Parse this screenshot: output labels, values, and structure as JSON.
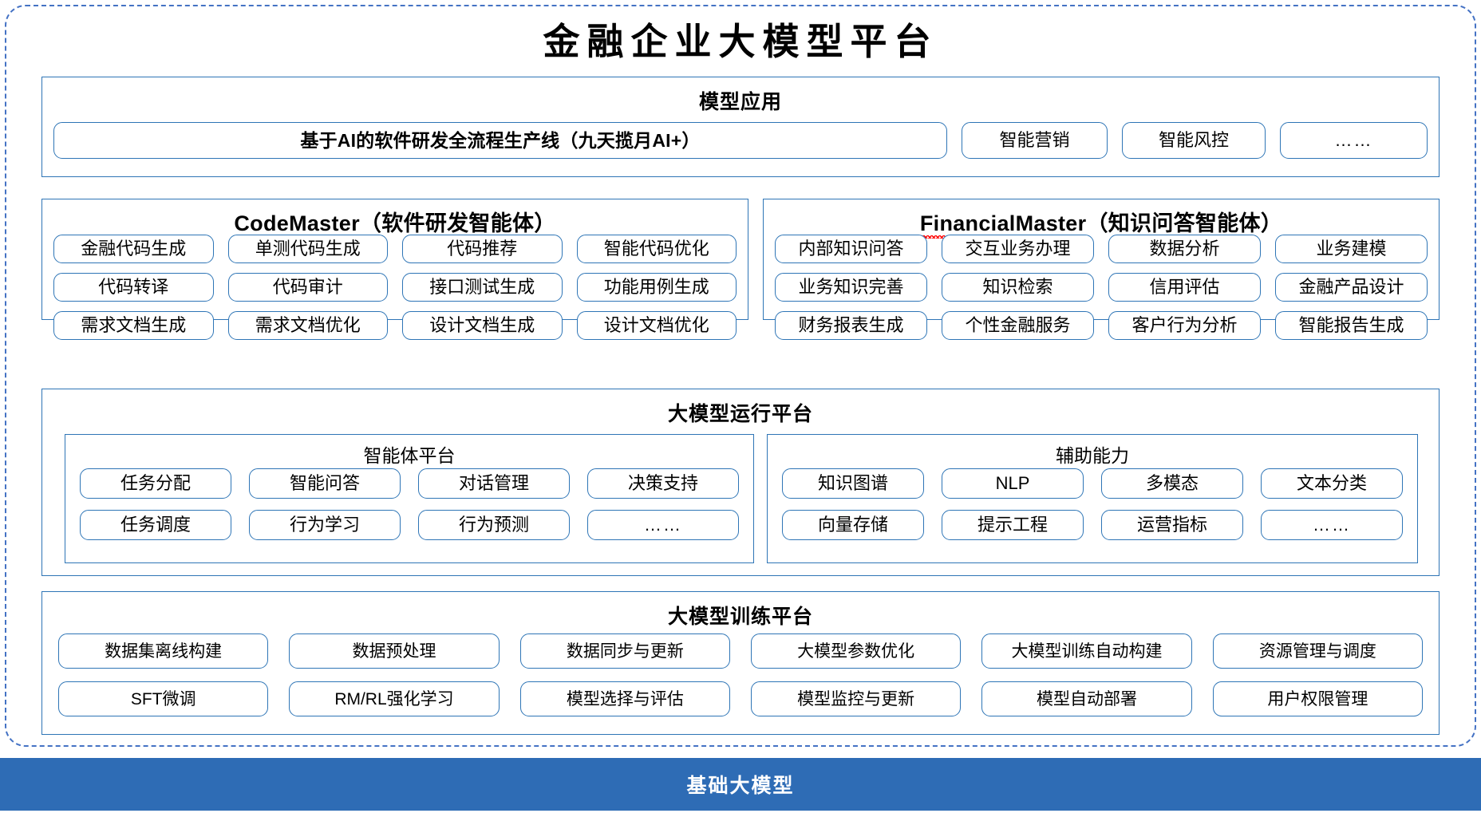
{
  "diagram": {
    "title": "金融企业大模型平台",
    "accent_border": "#2E75B6",
    "outer_dash_color": "#4472C4",
    "foundation_color": "#2E6CB5"
  },
  "model_application": {
    "title": "模型应用",
    "primary_banner": "基于AI的软件研发全流程生产线（九天揽月AI+）",
    "apps": [
      "智能营销",
      "智能风控",
      "……"
    ]
  },
  "agents": [
    {
      "name_en": "CodeMaster",
      "name_cn": "（软件研发智能体）",
      "capabilities": [
        "金融代码生成",
        "单测代码生成",
        "代码推荐",
        "智能代码优化",
        "代码转译",
        "代码审计",
        "接口测试生成",
        "功能用例生成",
        "需求文档生成",
        "需求文档优化",
        "设计文档生成",
        "设计文档优化"
      ]
    },
    {
      "name_en": "FinancialMaster",
      "name_cn": "（知识问答智能体）",
      "capabilities": [
        "内部知识问答",
        "交互业务办理",
        "数据分析",
        "业务建模",
        "业务知识完善",
        "知识检索",
        "信用评估",
        "金融产品设计",
        "财务报表生成",
        "个性金融服务",
        "客户行为分析",
        "智能报告生成"
      ]
    }
  ],
  "runtime_platform": {
    "title": "大模型运行平台",
    "groups": [
      {
        "title": "智能体平台",
        "items": [
          "任务分配",
          "智能问答",
          "对话管理",
          "决策支持",
          "任务调度",
          "行为学习",
          "行为预测",
          "……"
        ]
      },
      {
        "title": "辅助能力",
        "items": [
          "知识图谱",
          "NLP",
          "多模态",
          "文本分类",
          "向量存储",
          "提示工程",
          "运营指标",
          "……"
        ]
      }
    ]
  },
  "training_platform": {
    "title": "大模型训练平台",
    "items": [
      "数据集离线构建",
      "数据预处理",
      "数据同步与更新",
      "大模型参数优化",
      "大模型训练自动构建",
      "资源管理与调度",
      "SFT微调",
      "RM/RL强化学习",
      "模型选择与评估",
      "模型监控与更新",
      "模型自动部署",
      "用户权限管理"
    ]
  },
  "foundation": {
    "label": "基础大模型"
  }
}
